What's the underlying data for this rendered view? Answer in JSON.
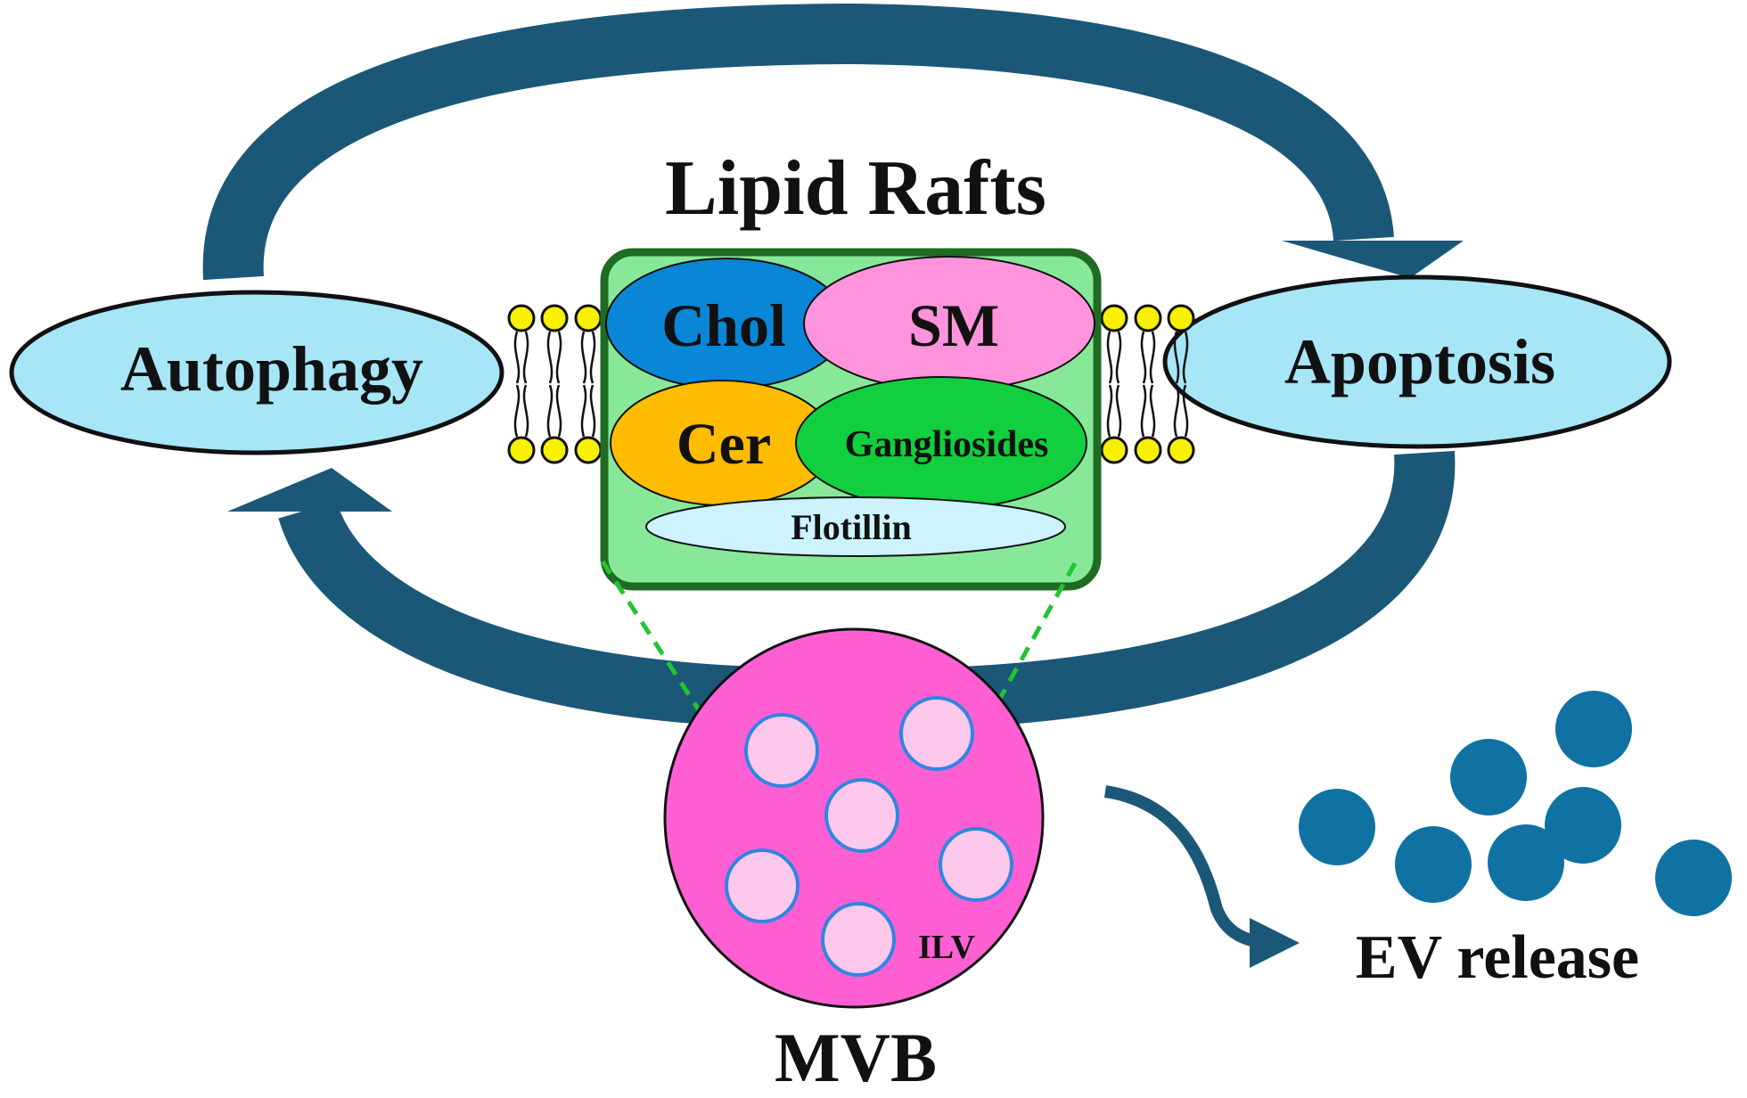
{
  "title": "Lipid Rafts",
  "nodes": {
    "autophagy": "Autophagy",
    "apoptosis": "Apoptosis"
  },
  "raft_components": {
    "chol": "Chol",
    "sm": "SM",
    "cer": "Cer",
    "gangliosides": "Gangliosides",
    "flotillin": "Flotillin"
  },
  "mvb": {
    "label": "MVB",
    "ilv_label": "ILV"
  },
  "ev_release": "EV release",
  "colors": {
    "cycle_arrow": "#1b5878",
    "node_fill": "#a6e6f6",
    "raft_box_fill": "#88e89a",
    "raft_box_border": "#1f6b22",
    "chol": "#0a86d6",
    "sm": "#ff94dc",
    "cer": "#ffbc00",
    "gangliosides": "#11cf3e",
    "flotillin": "#ccf3ff",
    "lipid_head": "#f7f000",
    "mvb_fill": "#ff5fd3",
    "ilv_fill": "#fcc8ec",
    "ilv_border": "#2f86e0",
    "ev_particle": "#0f72a3",
    "zoom_line": "#22c432"
  }
}
